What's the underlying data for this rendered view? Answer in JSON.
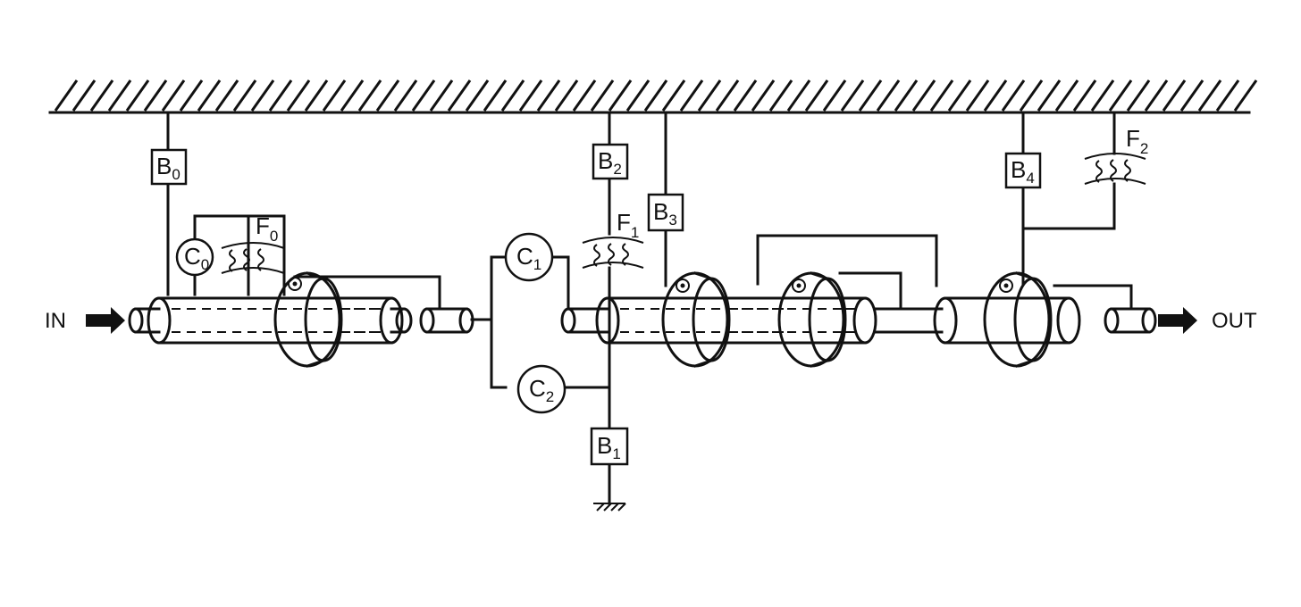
{
  "input_label": "IN",
  "output_label": "OUT",
  "brakes": [
    {
      "id": "B0",
      "letter": "B",
      "sub": "0"
    },
    {
      "id": "B1",
      "letter": "B",
      "sub": "1"
    },
    {
      "id": "B2",
      "letter": "B",
      "sub": "2"
    },
    {
      "id": "B3",
      "letter": "B",
      "sub": "3"
    },
    {
      "id": "B4",
      "letter": "B",
      "sub": "4"
    }
  ],
  "clutches": [
    {
      "id": "C0",
      "letter": "C",
      "sub": "0"
    },
    {
      "id": "C1",
      "letter": "C",
      "sub": "1"
    },
    {
      "id": "C2",
      "letter": "C",
      "sub": "2"
    }
  ],
  "one_way_clutches": [
    {
      "id": "F0",
      "letter": "F",
      "sub": "0"
    },
    {
      "id": "F1",
      "letter": "F",
      "sub": "1"
    },
    {
      "id": "F2",
      "letter": "F",
      "sub": "2"
    }
  ]
}
